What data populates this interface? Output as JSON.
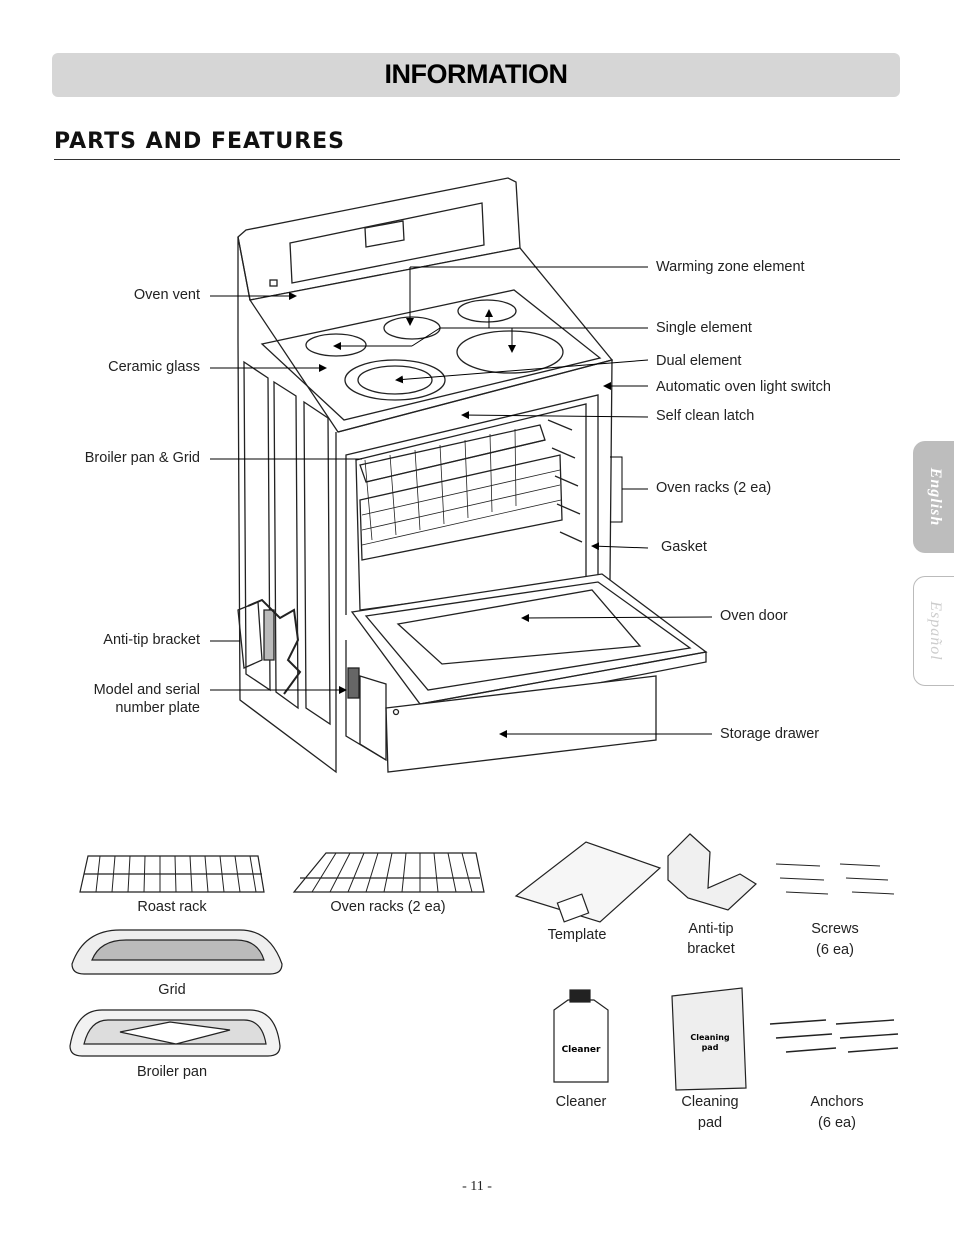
{
  "header": {
    "banner_title": "INFORMATION",
    "section_title": "PARTS AND FEATURES"
  },
  "callouts_left": {
    "oven_vent": "Oven vent",
    "ceramic_glass": "Ceramic glass",
    "broiler_pan_grid": "Broiler pan & Grid",
    "anti_tip_bracket": "Anti-tip bracket",
    "model_serial_1": "Model and serial",
    "model_serial_2": "number plate"
  },
  "callouts_right": {
    "warming_zone": "Warming zone element",
    "single_element": "Single element",
    "dual_element": "Dual element",
    "light_switch": "Automatic oven light switch",
    "self_clean_latch": "Self clean latch",
    "oven_racks": "Oven racks (2 ea)",
    "gasket": "Gasket",
    "oven_door": "Oven door",
    "storage_drawer": "Storage drawer"
  },
  "accessories": {
    "roast_rack": "Roast rack",
    "oven_racks": "Oven racks (2 ea)",
    "grid": "Grid",
    "broiler_pan": "Broiler pan",
    "template": "Template",
    "anti_tip_1": "Anti-tip",
    "anti_tip_2": "bracket",
    "screws_1": "Screws",
    "screws_2": "(6 ea)",
    "cleaner": "Cleaner",
    "cleaning_pad_1": "Cleaning",
    "cleaning_pad_2": "pad",
    "anchors_1": "Anchors",
    "anchors_2": "(6 ea)",
    "cleaner_bottle_text": "Cleaner",
    "pad_text_1": "Cleaning",
    "pad_text_2": "pad"
  },
  "side_tabs": {
    "english": "English",
    "espanol": "Español"
  },
  "footer": {
    "page_number": "- 11 -"
  }
}
